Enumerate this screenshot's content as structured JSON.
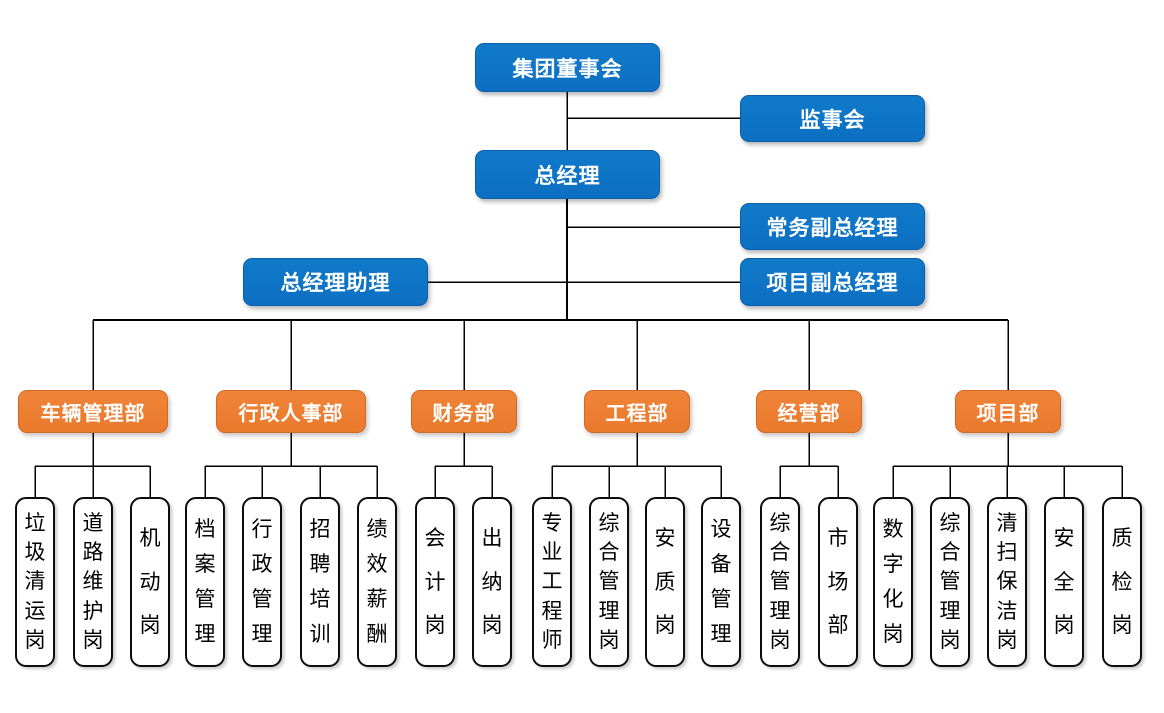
{
  "colors": {
    "executive_fill": "#0E72C5",
    "executive_border": "#0A5FA8",
    "department_fill": "#ED7D31",
    "department_border": "#CF6A24",
    "position_fill": "#FFFFFF",
    "position_border": "#0D0D0D",
    "connector": "#000000"
  },
  "executives": [
    {
      "label": "集团董事会"
    },
    {
      "label": "监事会"
    },
    {
      "label": "总经理"
    },
    {
      "label": "常务副总经理"
    },
    {
      "label": "总经理助理"
    },
    {
      "label": "项目副总经理"
    }
  ],
  "departments": [
    {
      "label": "车辆管理部",
      "positions": [
        "垃圾清运岗",
        "道路维护岗",
        "机动岗"
      ]
    },
    {
      "label": "行政人事部",
      "positions": [
        "档案管理",
        "行政管理",
        "招聘培训",
        "绩效薪酬"
      ]
    },
    {
      "label": "财务部",
      "positions": [
        "会计岗",
        "出纳岗"
      ]
    },
    {
      "label": "工程部",
      "positions": [
        "专业工程师",
        "综合管理岗",
        "安质岗",
        "设备管理"
      ]
    },
    {
      "label": "经营部",
      "positions": [
        "综合管理岗",
        "市场部"
      ]
    },
    {
      "label": "项目部",
      "positions": [
        "数字化岗",
        "综合管理岗",
        "清扫保洁岗",
        "安全岗",
        "质检岗"
      ]
    }
  ]
}
